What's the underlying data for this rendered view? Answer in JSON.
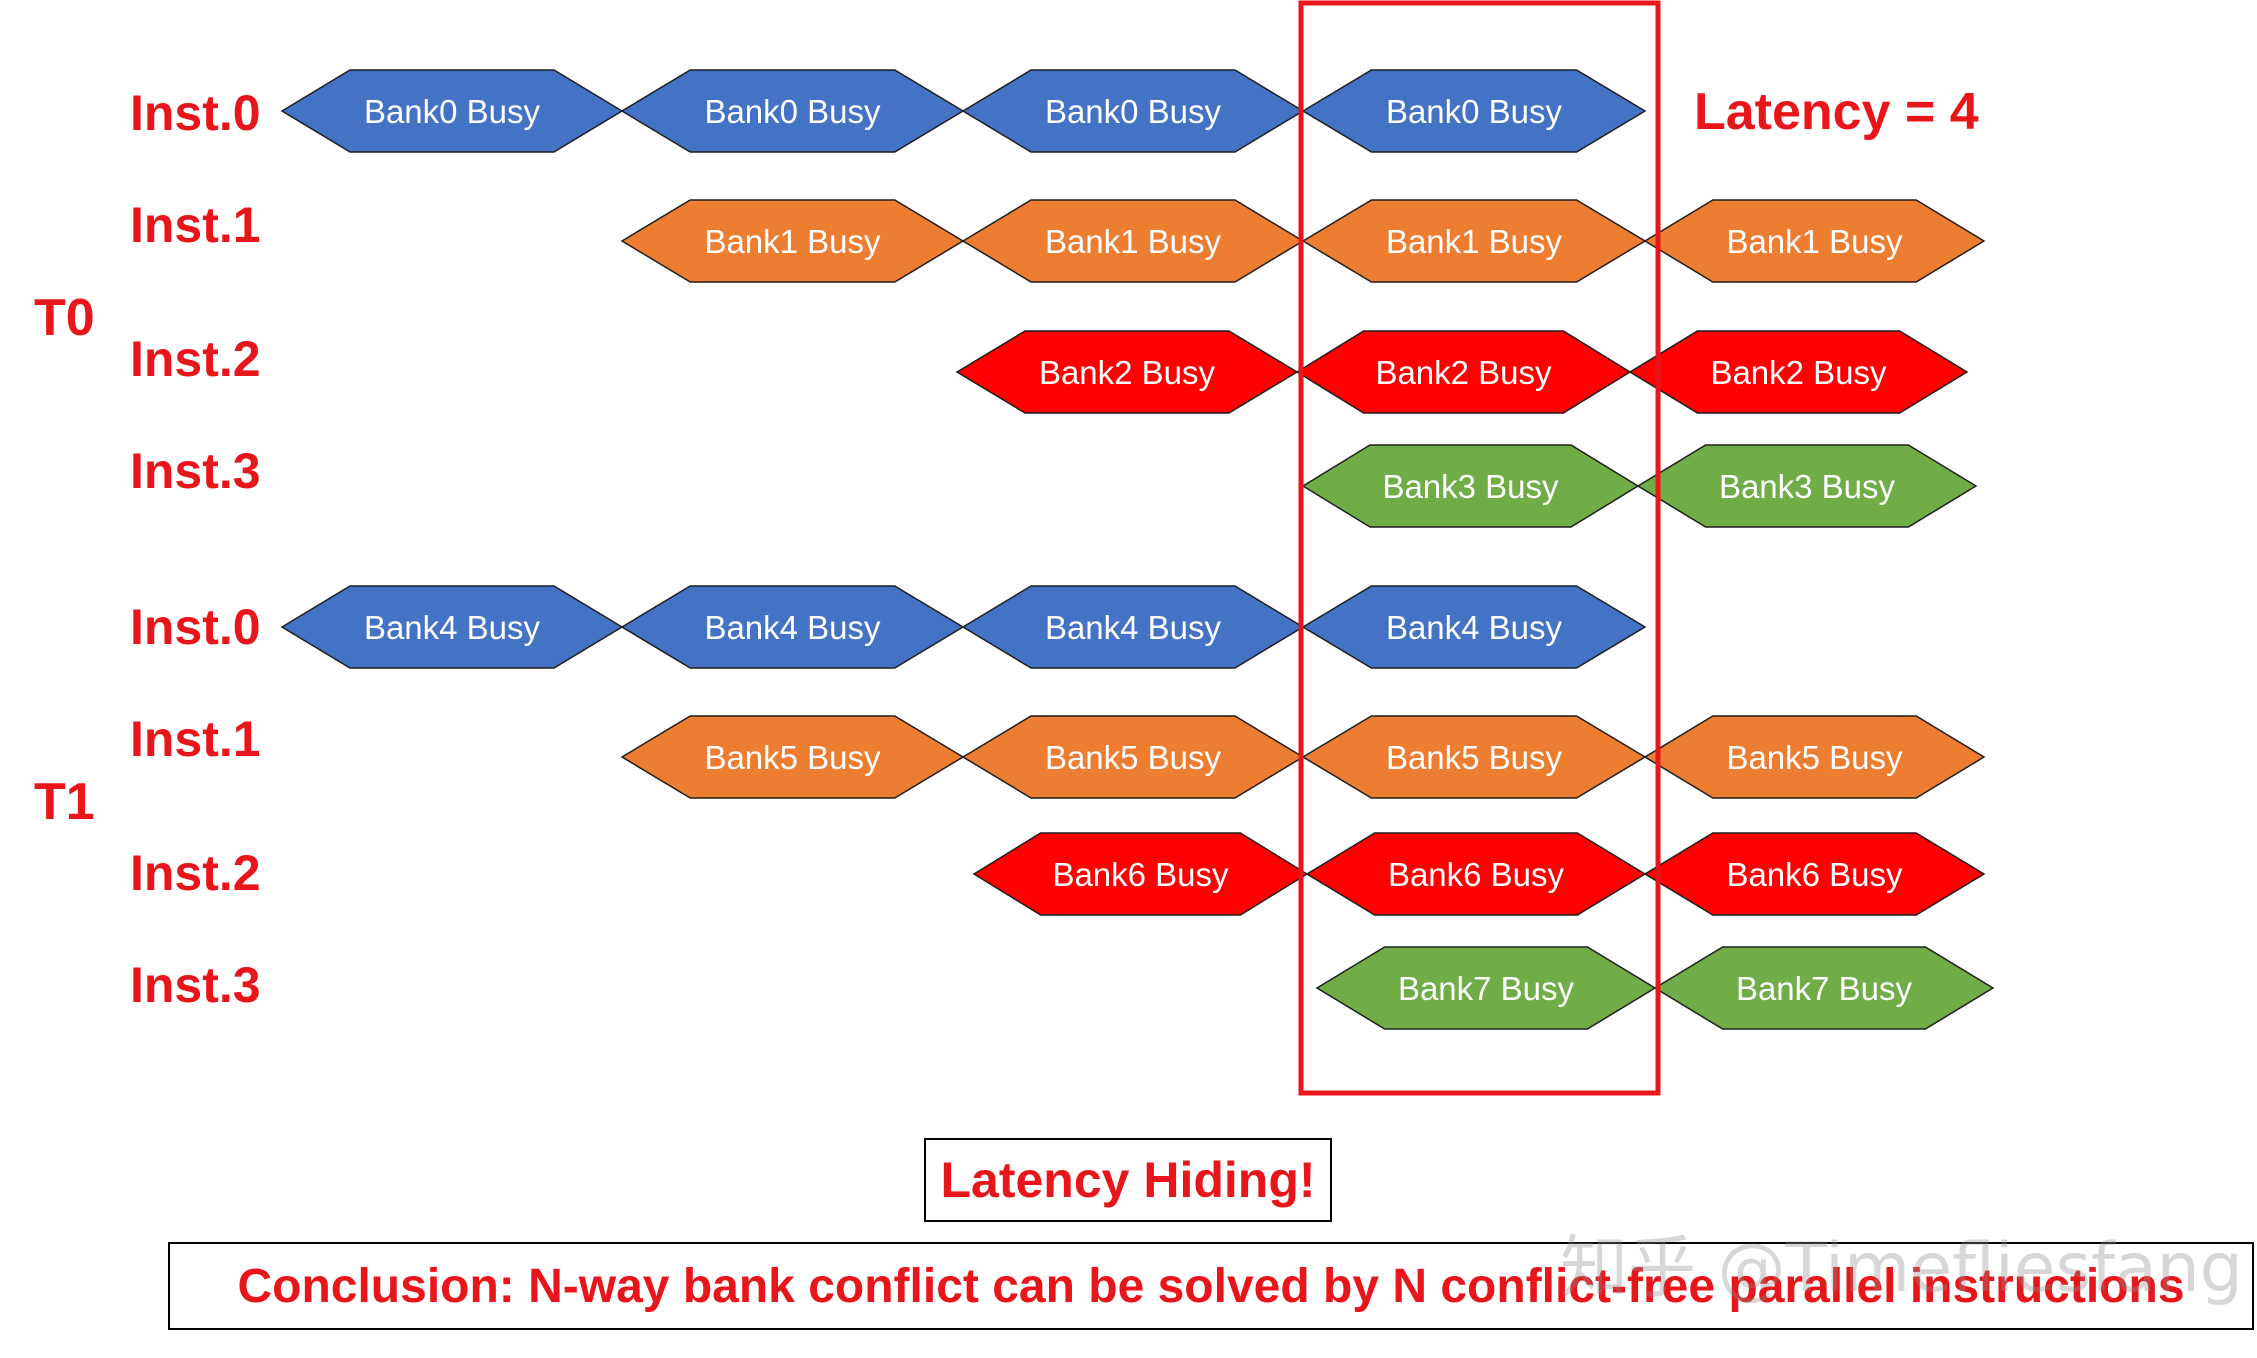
{
  "groups": [
    {
      "name": "T0",
      "rows": [
        {
          "label": "Inst.0",
          "color": "#4472c4",
          "cells": [
            "Bank0 Busy",
            "Bank0 Busy",
            "Bank0 Busy",
            "Bank0 Busy"
          ]
        },
        {
          "label": "Inst.1",
          "color": "#ed7d31",
          "cells": [
            "Bank1 Busy",
            "Bank1 Busy",
            "Bank1 Busy",
            "Bank1 Busy"
          ]
        },
        {
          "label": "Inst.2",
          "color": "#ff0000",
          "cells": [
            "Bank2 Busy",
            "Bank2 Busy",
            "Bank2 Busy"
          ]
        },
        {
          "label": "Inst.3",
          "color": "#70ad47",
          "cells": [
            "Bank3 Busy",
            "Bank3 Busy"
          ]
        }
      ]
    },
    {
      "name": "T1",
      "rows": [
        {
          "label": "Inst.0",
          "color": "#4472c4",
          "cells": [
            "Bank4 Busy",
            "Bank4 Busy",
            "Bank4 Busy",
            "Bank4 Busy"
          ]
        },
        {
          "label": "Inst.1",
          "color": "#ed7d31",
          "cells": [
            "Bank5 Busy",
            "Bank5 Busy",
            "Bank5 Busy",
            "Bank5 Busy"
          ]
        },
        {
          "label": "Inst.2",
          "color": "#ff0000",
          "cells": [
            "Bank6 Busy",
            "Bank6 Busy",
            "Bank6 Busy"
          ]
        },
        {
          "label": "Inst.3",
          "color": "#70ad47",
          "cells": [
            "Bank7 Busy",
            "Bank7 Busy"
          ]
        }
      ]
    }
  ],
  "latency_label": "Latency = 4",
  "latency_hiding": "Latency Hiding!",
  "conclusion": "Conclusion: N-way bank conflict can be solved by N conflict-free parallel instructions",
  "watermark": "知乎 @Timefliesfang",
  "colors": {
    "accent": "#e8161b",
    "highlight_box": "#e8161b"
  }
}
